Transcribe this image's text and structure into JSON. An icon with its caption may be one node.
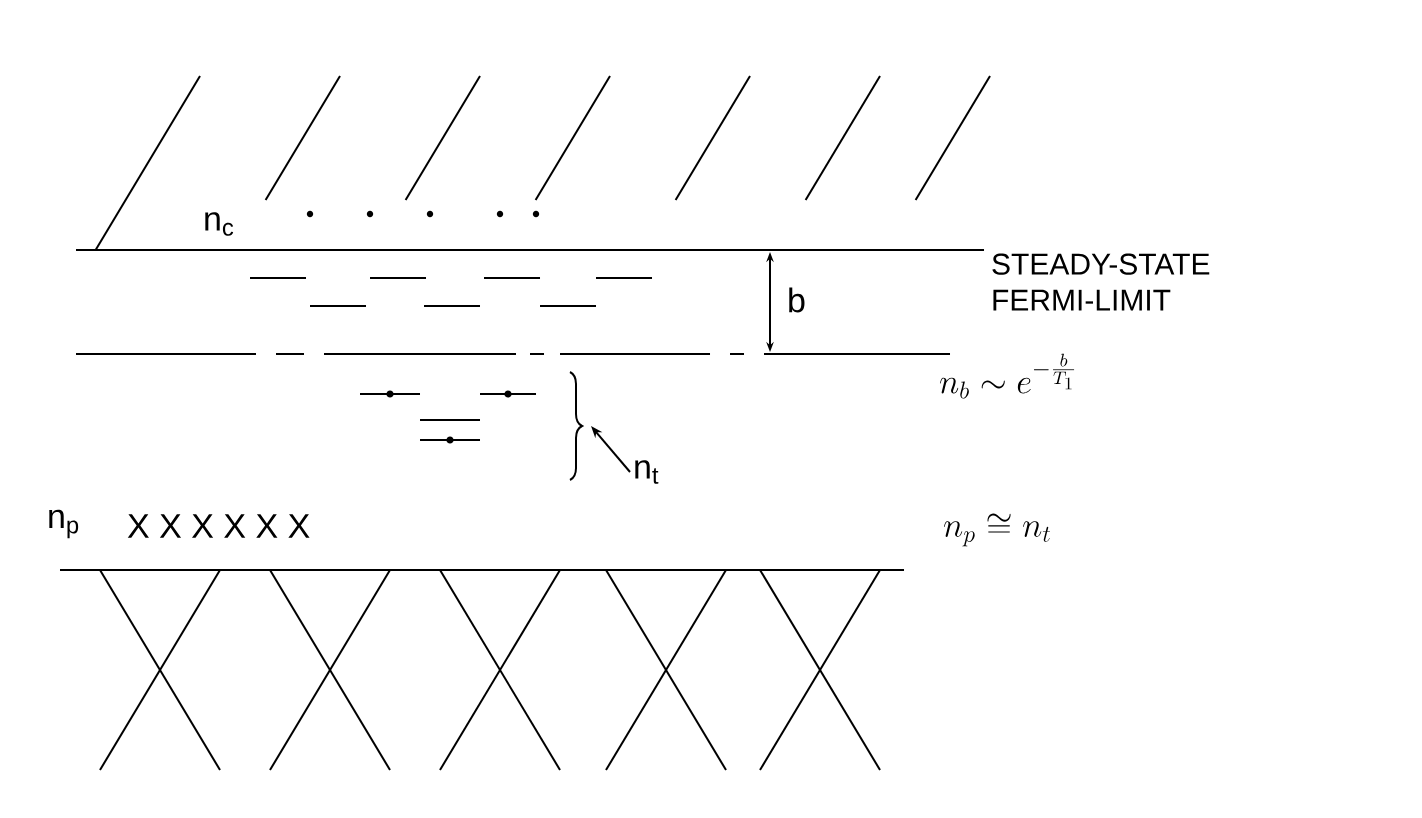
{
  "diagram": {
    "nodes": [
      {
        "text": [
          "n$_{t}$"
        ]
      },
      {
        "text": [],
        "shape": "brace"
      }
    ],
    "edges": [
      {
        "from": 0,
        "to": 1,
        "arrow": "to"
      }
    ],
    "labels": [
      "n$_{c}$",
      "b",
      "STEADY-STATE FERMI-LIMIT",
      "n_{b} \\sim e^{-\\frac{b}{T_{1}}}",
      "n$_{p}$",
      "X X X X X X",
      "n_{p} \\cong n_{t}"
    ]
  }
}
